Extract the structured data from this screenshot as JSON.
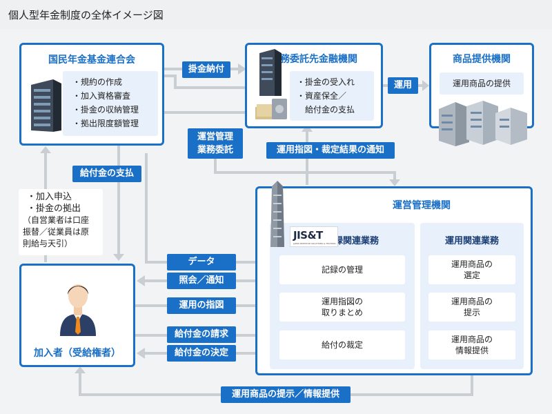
{
  "title": "個人型年金制度の全体イメージ図",
  "nfa": {
    "title": "国民年金基金連合会",
    "items": [
      "・規約の作成",
      "・加入資格審査",
      "・掛金の収納管理",
      "・拠出限度額管理"
    ]
  },
  "bank": {
    "title": "事務委託先金融機関",
    "items": [
      "・掛金の受入れ",
      "・資産保全／",
      "　給付金の支払"
    ]
  },
  "product": {
    "title": "商品提供機関",
    "item": "運用商品の提供"
  },
  "admin": {
    "title": "運営管理機関",
    "logo": "JIS&T",
    "logo_sub": "JAPAN INVESTOR SOLUTIONS & TECHNOLOGIES",
    "record": {
      "title": "記録関連業務",
      "cells": [
        "記録の管理",
        "運用指図の\n取りまとめ",
        "給付の裁定"
      ]
    },
    "ops": {
      "title": "運用関連業務",
      "cells": [
        "運用商品の\n選定",
        "運用商品の\n提示",
        "運用商品の\n情報提供"
      ]
    }
  },
  "member": {
    "title": "加入者（受給権者）"
  },
  "tags": {
    "kakekin_noufu": "掛金納付",
    "unyou": "運用",
    "unei_kanri": "運営管理\n業務委託",
    "shizu_tsuchi": "運用指図・裁定結果の通知",
    "kyufu_shiharai": "給付金の支払",
    "data": "データ",
    "shoukai": "照会／通知",
    "unyou_shizu": "運用の指図",
    "kyufu_seikyu": "給付金の請求",
    "kyufu_kettei": "給付金の決定",
    "teiji": "運用商品の提示／情報提供"
  },
  "apply": {
    "lines": [
      "・加入申込",
      "・掛金の拠出",
      "（自営業者は口座",
      "振替／従業員は原",
      "則給与天引）"
    ]
  },
  "colors": {
    "accent": "#1a6fc6",
    "line": "#cfd4d9",
    "panel": "#e8f0fb"
  }
}
